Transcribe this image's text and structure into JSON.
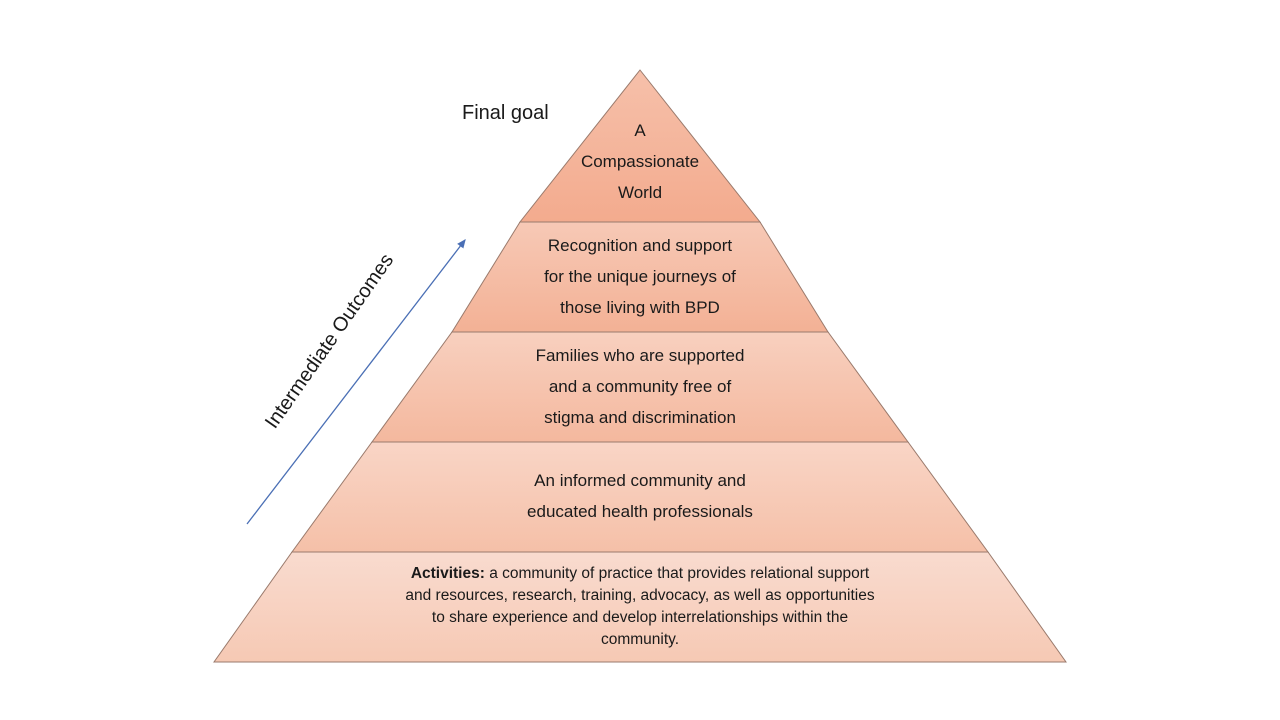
{
  "diagram": {
    "type": "pyramid",
    "final_goal_label": "Final goal",
    "axis_label": "Intermediate Outcomes",
    "colors": {
      "apex": "#f4b196",
      "tier2": "#f5bca4",
      "tier3": "#f6c5b0",
      "tier4": "#f7cdbb",
      "base": "#f8d6c8",
      "outline": "#8a6a5c",
      "arrow": "#4a6fb5"
    },
    "tiers": [
      {
        "id": "apex",
        "lines": [
          "A",
          "Compassionate",
          "World"
        ]
      },
      {
        "id": "tier2",
        "lines": [
          "Recognition and support",
          "for the unique journeys of",
          "those living with BPD"
        ]
      },
      {
        "id": "tier3",
        "lines": [
          "Families who are supported",
          "and a community free of",
          "stigma and discrimination"
        ]
      },
      {
        "id": "tier4",
        "lines": [
          "An informed community and",
          "educated health professionals"
        ]
      },
      {
        "id": "base",
        "bold_prefix": "Activities:",
        "lines": [
          "a community of practice that provides relational support",
          "and resources, research, training, advocacy, as well as opportunities",
          "to share experience and develop interrelationships within the",
          "community."
        ]
      }
    ]
  }
}
